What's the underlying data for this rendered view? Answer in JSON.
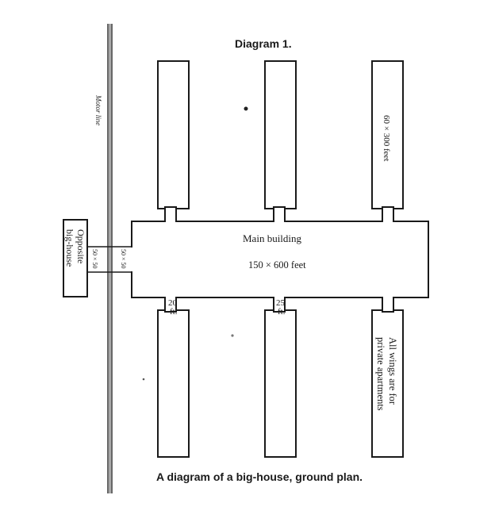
{
  "diagram": {
    "heading": "Diagram 1.",
    "caption": "A diagram of a big-house, ground plan.",
    "motor_line_label": "Motor line",
    "main_building": {
      "label": "Main building",
      "size": "150 × 600 feet"
    },
    "wing_size_label": "60 × 300 feet",
    "wings_note_line1": "All wings are for",
    "wings_note_line2": "private apartments",
    "connector_20_num": "20",
    "connector_25_num": "25",
    "connector_unit": "ft.",
    "opposite_line1": "Opposite",
    "opposite_line2": "big-house",
    "passage_size": "50 × 50"
  }
}
